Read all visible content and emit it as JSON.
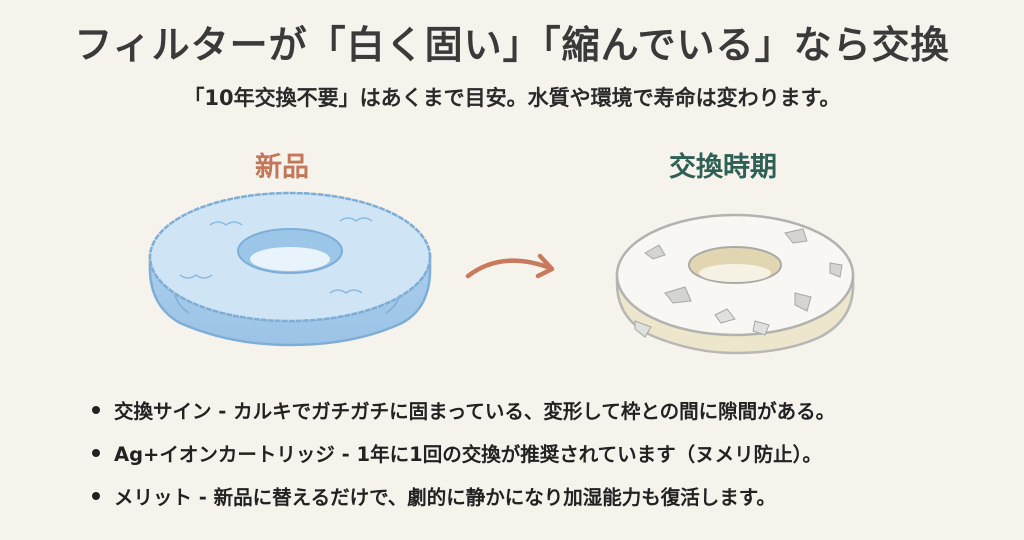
{
  "header": {
    "title": "フィルターが「白く固い」「縮んでいる」なら交換",
    "subtitle": "「10年交換不要」はあくまで目安。水質や環境で寿命は変わります。"
  },
  "comparison": {
    "new": {
      "label": "新品",
      "color": "#c27858",
      "image": "fluffy-blue-filter-ring"
    },
    "old": {
      "label": "交換時期",
      "color": "#2f5f55",
      "image": "calcified-white-filter-ring"
    },
    "arrow": {
      "icon": "curved-arrow-right-icon",
      "color": "#c97a5c"
    }
  },
  "bullets": [
    {
      "text": "交換サイン - カルキでガチガチに固まっている、変形して枠との間に隙間がある。"
    },
    {
      "text": "Ag+イオンカートリッジ - 1年に1回の交換が推奨されています（ヌメリ防止）。"
    },
    {
      "text": "メリット - 新品に替えるだけで、劇的に静かになり加湿能力も復活します。"
    }
  ],
  "colors": {
    "background": "#f6f3ed",
    "new_filter": "#bcd9f0",
    "old_filter": "#f4f1e6"
  }
}
